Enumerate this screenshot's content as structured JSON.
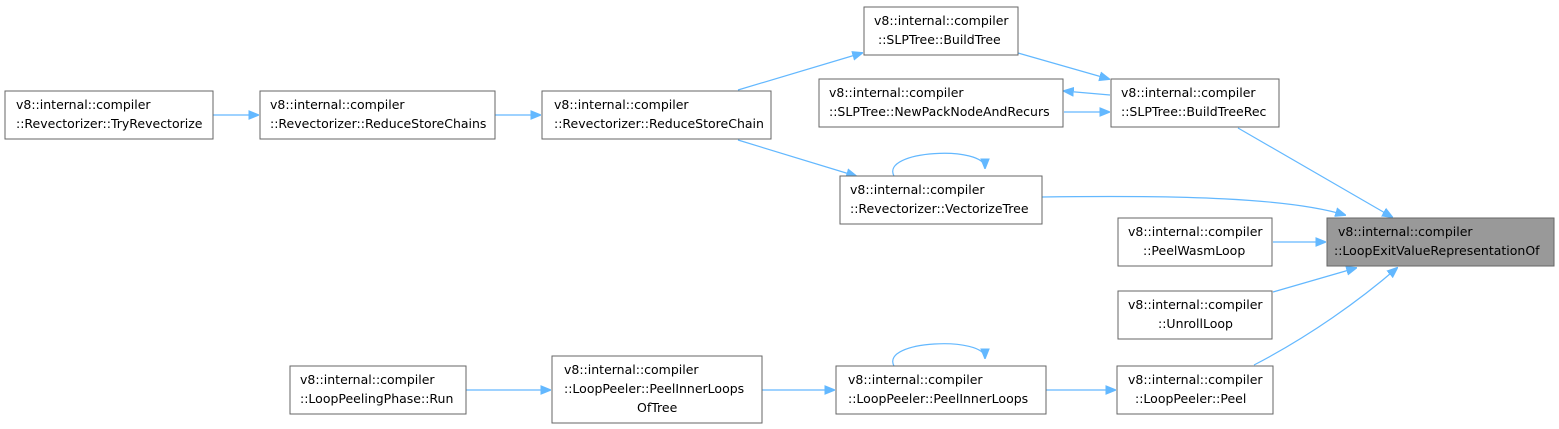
{
  "colors": {
    "edge": "#63b8ff",
    "node_border": "#666666",
    "focus_fill": "#999999",
    "node_fill": "#ffffff"
  },
  "nodes": {
    "try_revectorize": {
      "line1": "v8::internal::compiler",
      "line2": "::Revectorizer::TryRevectorize"
    },
    "reduce_store_chains": {
      "line1": "v8::internal::compiler",
      "line2": "::Revectorizer::ReduceStoreChains"
    },
    "reduce_store_chain": {
      "line1": "v8::internal::compiler",
      "line2": "::Revectorizer::ReduceStoreChain"
    },
    "build_tree": {
      "line1": "v8::internal::compiler",
      "line2": "::SLPTree::BuildTree"
    },
    "new_pack_node": {
      "line1": "v8::internal::compiler",
      "line2": "::SLPTree::NewPackNodeAndRecurs"
    },
    "build_tree_rec": {
      "line1": "v8::internal::compiler",
      "line2": "::SLPTree::BuildTreeRec"
    },
    "vectorize_tree": {
      "line1": "v8::internal::compiler",
      "line2": "::Revectorizer::VectorizeTree"
    },
    "peel_wasm_loop": {
      "line1": "v8::internal::compiler",
      "line2": "::PeelWasmLoop"
    },
    "loop_exit_value": {
      "line1": "v8::internal::compiler",
      "line2": "::LoopExitValueRepresentationOf"
    },
    "unroll_loop": {
      "line1": "v8::internal::compiler",
      "line2": "::UnrollLoop"
    },
    "loop_peeling_run": {
      "line1": "v8::internal::compiler",
      "line2": "::LoopPeelingPhase::Run"
    },
    "peel_inner_loops_of_tree": {
      "line1": "v8::internal::compiler",
      "line2": "::LoopPeeler::PeelInnerLoops",
      "line3": "OfTree"
    },
    "peel_inner_loops": {
      "line1": "v8::internal::compiler",
      "line2": "::LoopPeeler::PeelInnerLoops"
    },
    "peel": {
      "line1": "v8::internal::compiler",
      "line2": "::LoopPeeler::Peel"
    }
  }
}
